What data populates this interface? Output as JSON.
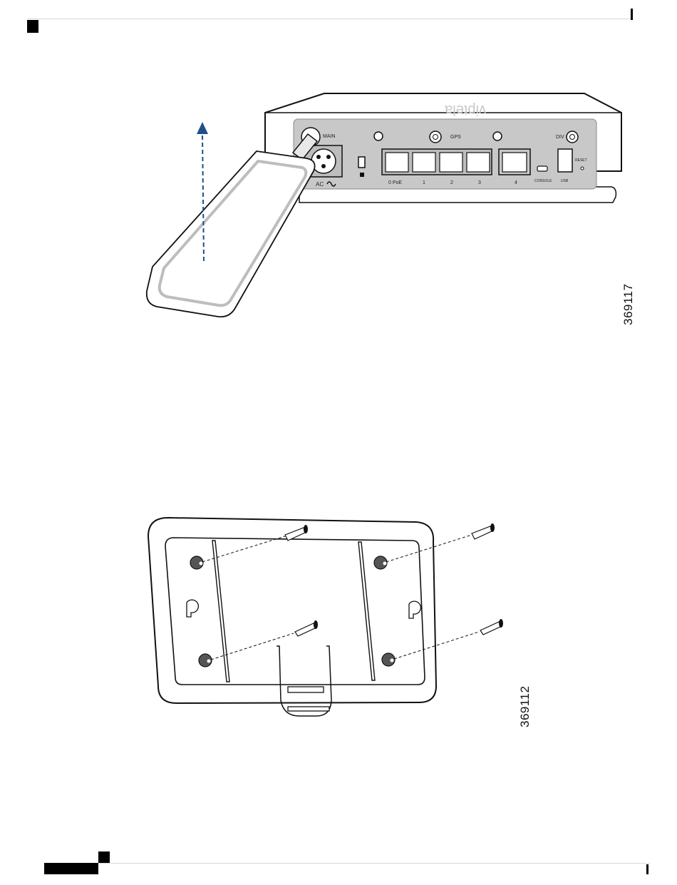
{
  "figure1": {
    "id_label": "369117",
    "ports": {
      "main": "MAIN",
      "gps": "GPS",
      "div": "DIV",
      "ac": "AC",
      "reset": "RESET",
      "console": "CONSOLE",
      "usb": "USB",
      "ethernet": [
        "0  PoE",
        "1",
        "2",
        "3",
        "4"
      ]
    },
    "brand_mirrored": "viptela"
  },
  "figure2": {
    "id_label": "369112"
  },
  "colors": {
    "arrow": "#1f4e8c",
    "panel": "#c8c8c8",
    "screw_hole": "#555555"
  }
}
